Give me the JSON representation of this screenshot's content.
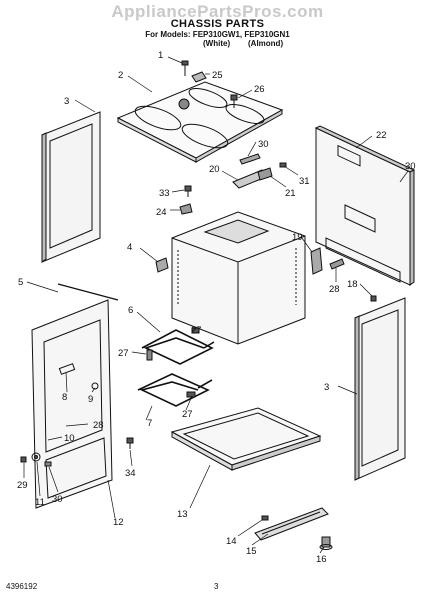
{
  "watermark": "AppliancePartsPros.com",
  "header": {
    "title": "CHASSIS PARTS",
    "models_line": "For Models: FEP310GW1, FEP310GN1",
    "variant_white": "(White)",
    "variant_almond": "(Almond)"
  },
  "footer": {
    "doc_number": "4396192",
    "page_number": "3"
  },
  "callouts": [
    {
      "id": "c1",
      "label": "1"
    },
    {
      "id": "c2",
      "label": "2"
    },
    {
      "id": "c3a",
      "label": "3"
    },
    {
      "id": "c3b",
      "label": "3"
    },
    {
      "id": "c4",
      "label": "4"
    },
    {
      "id": "c5",
      "label": "5"
    },
    {
      "id": "c6",
      "label": "6"
    },
    {
      "id": "c7",
      "label": "7"
    },
    {
      "id": "c8",
      "label": "8"
    },
    {
      "id": "c9",
      "label": "9"
    },
    {
      "id": "c10",
      "label": "10"
    },
    {
      "id": "c11",
      "label": "11"
    },
    {
      "id": "c12",
      "label": "12"
    },
    {
      "id": "c13",
      "label": "13"
    },
    {
      "id": "c14",
      "label": "14"
    },
    {
      "id": "c15",
      "label": "15"
    },
    {
      "id": "c16",
      "label": "16"
    },
    {
      "id": "c18",
      "label": "18"
    },
    {
      "id": "c19",
      "label": "19"
    },
    {
      "id": "c20",
      "label": "20"
    },
    {
      "id": "c21",
      "label": "21"
    },
    {
      "id": "c22",
      "label": "22"
    },
    {
      "id": "c24",
      "label": "24"
    },
    {
      "id": "c25",
      "label": "25"
    },
    {
      "id": "c26",
      "label": "26"
    },
    {
      "id": "c27a",
      "label": "27"
    },
    {
      "id": "c27b",
      "label": "27"
    },
    {
      "id": "c27c",
      "label": "27"
    },
    {
      "id": "c28a",
      "label": "28"
    },
    {
      "id": "c28b",
      "label": "28"
    },
    {
      "id": "c29",
      "label": "29"
    },
    {
      "id": "c30a",
      "label": "30"
    },
    {
      "id": "c30b",
      "label": "30"
    },
    {
      "id": "c30c",
      "label": "30"
    },
    {
      "id": "c31",
      "label": "31"
    },
    {
      "id": "c33",
      "label": "33"
    },
    {
      "id": "c34",
      "label": "34"
    }
  ]
}
